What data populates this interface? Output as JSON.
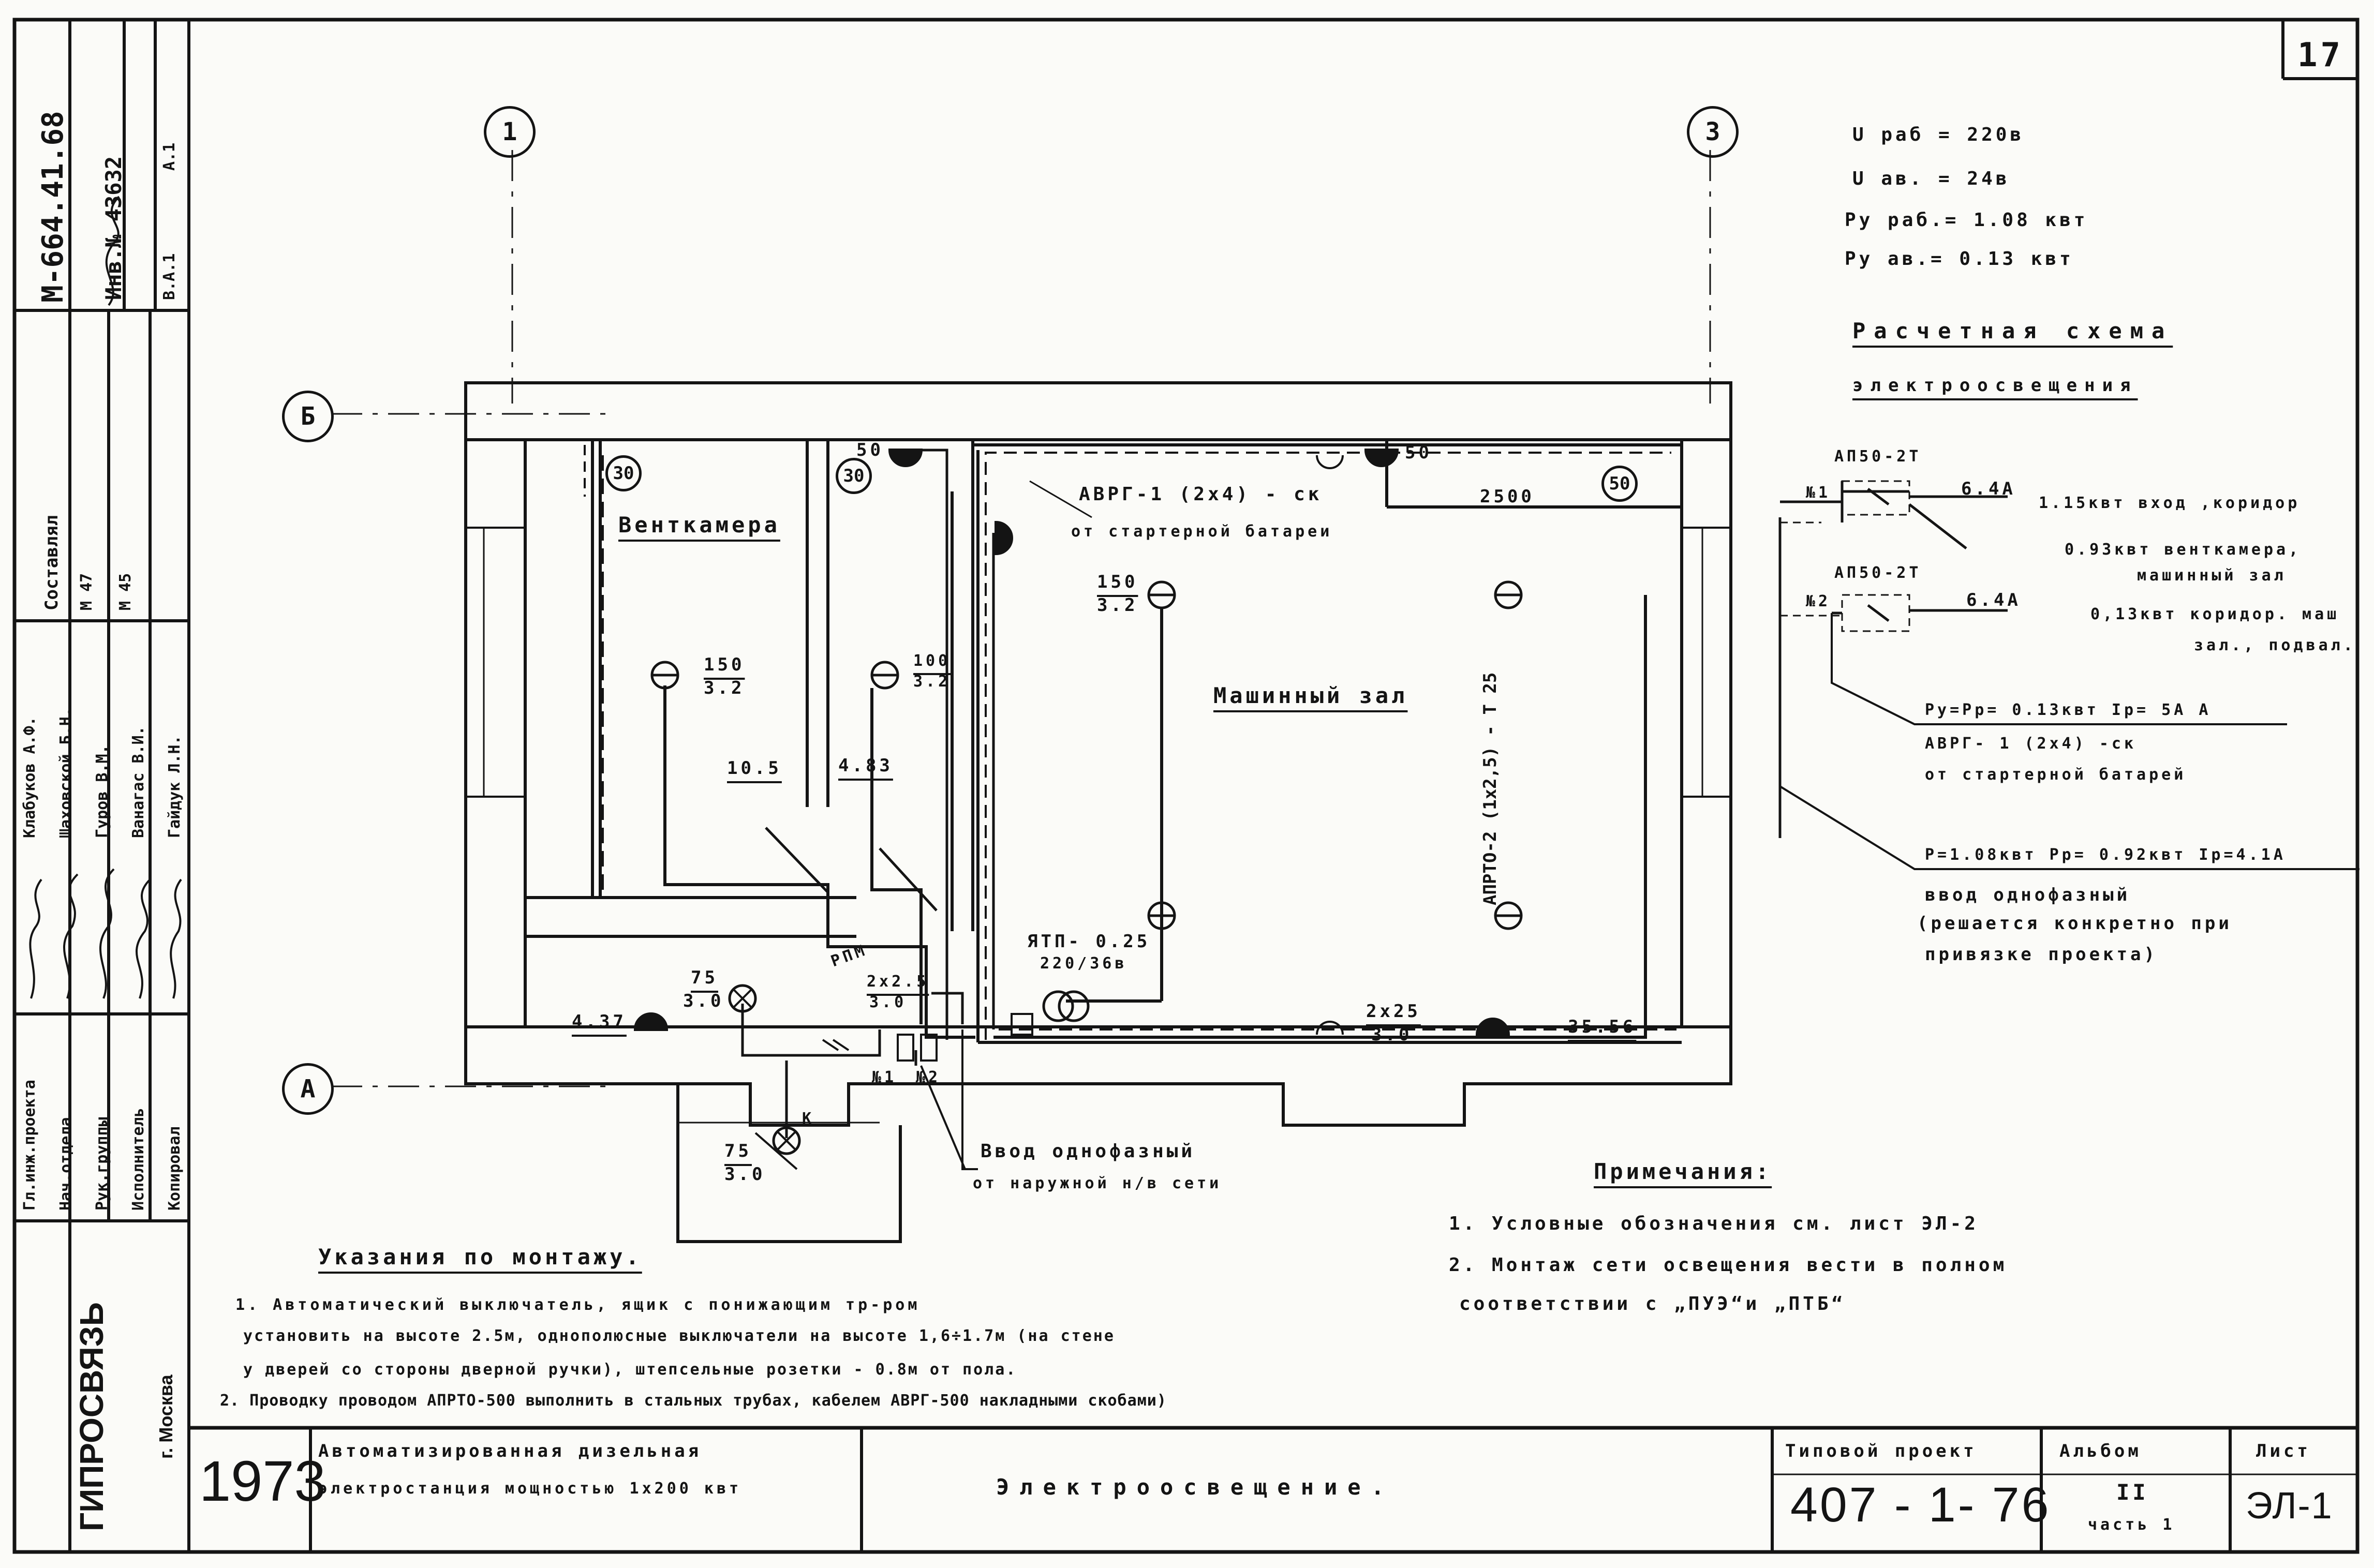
{
  "sheet_number": "17",
  "axes": {
    "a1": "1",
    "a3": "3",
    "b": "Б",
    "a": "А"
  },
  "calc": {
    "u_work": "U раб = 220в",
    "u_emerg": "U ав. = 24в",
    "p_work": "Ру раб.= 1.08 квт",
    "p_emerg": "Ру ав.= 0.13 квт",
    "title1": "Расчетная схема",
    "title2": "электроосвещения",
    "breaker1": "АП50-2Т",
    "breaker2": "АП50-2Т",
    "n1": "№1",
    "n2": "№2",
    "cur1": "6.4А",
    "cur2": "6.4А",
    "load1": "1.15квт вход ,коридор",
    "load2a": "0.93квт венткамера,",
    "load2b": "машинный зал",
    "load3a": "0,13квт коридор. маш",
    "load3b": "зал., подвал.",
    "feed1a": "Ру=Рр= 0.13квт Iр= 5А А",
    "feed1b": "АВРГ- 1 (2х4) -ск",
    "feed1c": "от стартерной батарей",
    "feed2a": "Р=1.08квт Рр= 0.92квт Iр=4.1А",
    "feed2b": "ввод однофазный",
    "feed2c": "(решается конкретно при",
    "feed2d": "привязке проекта)"
  },
  "plan": {
    "room_vent": "Венткамера",
    "room_machine": "Машинный зал",
    "cable_top_a": "АВРГ-1 (2х4) - ск",
    "cable_top_b": "от стартерной батареи",
    "cable_vert": "АПРТО-2 (1х2,5) - Т 25",
    "lux_30a": "30",
    "lux_30b": "30",
    "lux_50": "50",
    "val_50a": "50",
    "val_50b": "50",
    "dim_2500": "2500",
    "lamp1_top": "150",
    "lamp1_bot": "3.2",
    "lamp2_top": "100",
    "lamp2_bot": "3.2",
    "lamp3_top": "150",
    "lamp3_bot": "3.2",
    "lamp4_top": "75",
    "lamp4_bot": "3.0",
    "lamp5_top": "75",
    "lamp5_bot": "3.0",
    "wire1_top": "2х2.5",
    "wire1_bot": "3.0",
    "wire2_top": "2х25",
    "wire2_bot": "3.0",
    "area_105": "10.5",
    "area_483": "4.83",
    "area_437": "4.37",
    "area_3556": "35.56",
    "ytp_a": "ЯТП- 0.25",
    "ytp_b": "220/36в",
    "rpm": "РПМ",
    "k": "К",
    "n1": "№1",
    "n2": "№2",
    "entry_a": "Ввод однофазный",
    "entry_b": "от наружной н/в сети"
  },
  "notes": {
    "title": "Примечания:",
    "n1": "1. Условные обозначения см. лист ЭЛ-2",
    "n2": "2. Монтаж сети освещения вести в полном",
    "n3": "соответствии с „ПУЭ“и „ПТБ“"
  },
  "install": {
    "title": "Указания по монтажу.",
    "l1": "1. Автоматический выключатель, ящик с понижающим тр-ром",
    "l2": "установить на высоте 2.5м, однополюсные выключатели на высоте 1,6÷1.7м (на стене",
    "l3": "у дверей со стороны дверной ручки), штепсельные розетки - 0.8м от пола.",
    "l4": "2. Проводку проводом АПРТО-500 выполнить в стальных трубах, кабелем АВРГ-500 накладными скобами)"
  },
  "left_strip": {
    "code": "М-664.41.68",
    "inv": "Инв.№ 43632",
    "va": "В.А.1",
    "a1": "А.1",
    "h_surname": "Составлял",
    "h_sheets": "М 47",
    "h_sheets2": "М 45",
    "names": [
      "Клабуков А.Ф.",
      "Шаховской Б.Н.",
      "Гуров В.М.",
      "Ванагас В.И.",
      "Гайдук Л.Н."
    ],
    "roles": [
      "Гл.инж.проекта",
      "Нач.отдела",
      "Рук.группы",
      "Исполнитель",
      "Копировал"
    ],
    "org": "ГИПРОСВЯЗЬ",
    "city": "г. Москва"
  },
  "titleblock": {
    "year": "1973",
    "object_a": "Автоматизированная дизельная",
    "object_b": "электростанция мощностью 1х200 квт",
    "sheet_title": "Электроосвещение.",
    "tp_label": "Типовой проект",
    "tp_num": "407 - 1- 76",
    "album_label": "Альбом",
    "album_num": "II",
    "part": "часть 1",
    "list_label": "Лист",
    "list_num": "ЭЛ-1"
  }
}
